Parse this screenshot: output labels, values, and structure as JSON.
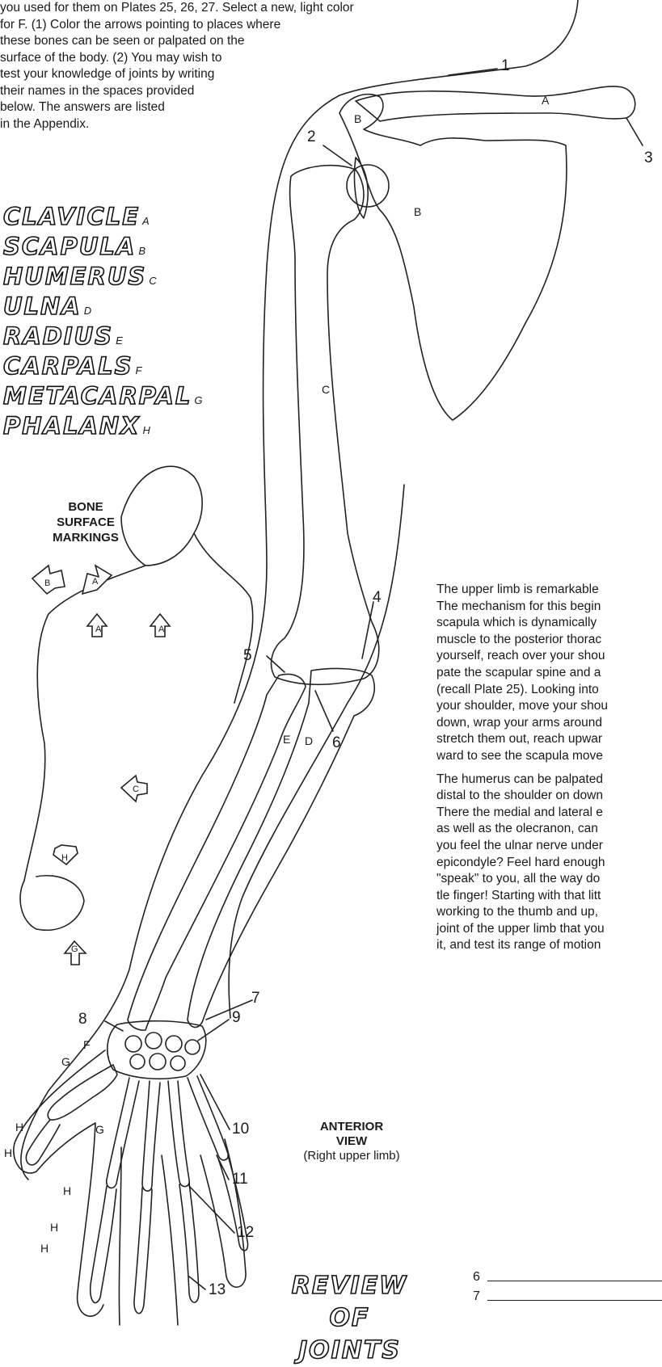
{
  "intro_lines": [
    "you used for them on Plates 25, 26, 27. Select a new, light color",
    "for F. (1) Color the arrows pointing to places where",
    "these bones can be seen or palpated on the",
    "surface of the body. (2) You may wish to",
    "test your knowledge of joints by writing",
    "their names in the spaces provided",
    "below. The answers are listed",
    "in the Appendix."
  ],
  "bones": [
    {
      "name": "CLAVICLE",
      "sub": "A"
    },
    {
      "name": "SCAPULA",
      "sub": "B"
    },
    {
      "name": "HUMERUS",
      "sub": "C"
    },
    {
      "name": "ULNA",
      "sub": "D"
    },
    {
      "name": "RADIUS",
      "sub": "E"
    },
    {
      "name": "CARPALS",
      "sub": "F"
    },
    {
      "name": "METACARPAL",
      "sub": "G"
    },
    {
      "name": "PHALANX",
      "sub": "H"
    }
  ],
  "markings_title": [
    "BONE",
    "SURFACE",
    "MARKINGS"
  ],
  "joint_numbers": [
    "1",
    "2",
    "3",
    "4",
    "5",
    "6",
    "7",
    "8",
    "9",
    "10",
    "11",
    "12",
    "13"
  ],
  "figure_letters": {
    "A": "A",
    "B": "B",
    "C": "C",
    "D": "D",
    "E": "E",
    "F": "F",
    "G": "G",
    "H": "H"
  },
  "arrow_letters": [
    "B",
    "A",
    "A",
    "A",
    "C",
    "H",
    "G"
  ],
  "description": {
    "p1": [
      "The upper limb is remarkable",
      "The mechanism for this begin",
      "scapula which is dynamically",
      "muscle to the posterior thorac",
      "yourself, reach over your shou",
      "pate the scapular spine and a",
      "(recall Plate 25). Looking into",
      "your shoulder, move your shou",
      "down, wrap your arms around",
      "stretch them out, reach upwar",
      "ward to see the scapula move"
    ],
    "p2": [
      "The humerus can be palpated",
      "distal to the shoulder on down",
      "There the medial and lateral e",
      "as well as the olecranon, can",
      "you feel the ulnar nerve under",
      "epicondyle? Feel hard enough",
      "\"speak\" to you, all the way do",
      "tle finger! Starting with that litt",
      "working to the thumb and up,",
      "joint of the upper limb that you",
      "it, and test its range of motion"
    ]
  },
  "view_label": {
    "title1": "ANTERIOR",
    "title2": "VIEW",
    "subtitle": "(Right upper limb)"
  },
  "review_title": [
    "REVIEW",
    "OF",
    "JOINTS"
  ],
  "blanks": [
    "6",
    "7"
  ]
}
